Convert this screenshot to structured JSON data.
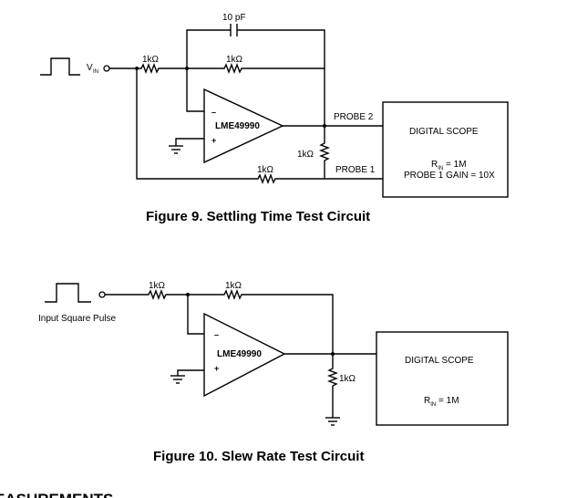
{
  "figure9": {
    "caption": "Figure 9.  Settling Time Test Circuit",
    "capacitor": "10 pF",
    "r_in": "1kΩ",
    "r_feedback": "1kΩ",
    "r_probe": "1kΩ",
    "r_bottom": "1kΩ",
    "input_label": "V",
    "input_sub": "IN",
    "opamp": "LME49990",
    "opamp_plus": "+",
    "opamp_minus": "–",
    "probe2": "PROBE 2",
    "probe1": "PROBE 1",
    "scope_title": "DIGITAL SCOPE",
    "scope_rin_r": "R",
    "scope_rin_sub": "IN",
    "scope_rin_val": " = 1M",
    "scope_gain": "PROBE 1 GAIN = 10X"
  },
  "figure10": {
    "caption": "Figure 10.  Slew Rate Test Circuit",
    "r_in": "1kΩ",
    "r_feedback": "1kΩ",
    "r_load": "1kΩ",
    "input_label": "Input Square Pulse",
    "opamp": "LME49990",
    "opamp_plus": "+",
    "opamp_minus": "–",
    "scope_title": "DIGITAL SCOPE",
    "scope_rin_r": "R",
    "scope_rin_sub": "IN",
    "scope_rin_val": " = 1M"
  },
  "footer": {
    "heading_fragment": "EASUREMENTS"
  }
}
